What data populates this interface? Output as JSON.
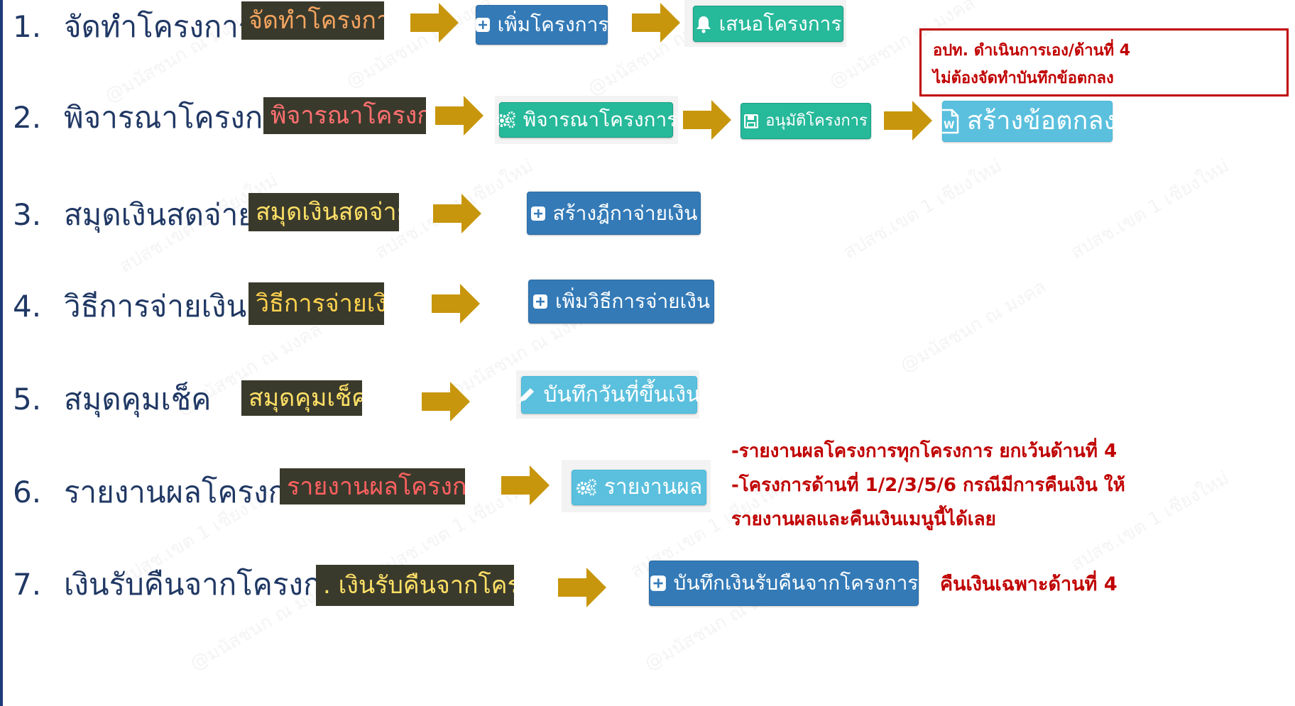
{
  "steps": [
    {
      "num": "1.",
      "label": "จัดทำโครงการ",
      "badge": "จัดทำโครงการ",
      "badge_color": "#f4a460"
    },
    {
      "num": "2.",
      "label": "พิจารณาโครงการ",
      "badge": "พิจารณาโครงการ",
      "badge_color": "#ff7070"
    },
    {
      "num": "3.",
      "label": "สมุดเงินสดจ่าย",
      "badge": "สมุดเงินสดจ่าย",
      "badge_color": "#ffe066"
    },
    {
      "num": "4.",
      "label": "วิธีการจ่ายเงิน",
      "badge": "วิธีการจ่ายเงิน",
      "badge_color": "#ffd24d"
    },
    {
      "num": "5.",
      "label": "สมุดคุมเช็ค",
      "badge": "สมุดคุมเช็ค",
      "badge_color": "#ffe066"
    },
    {
      "num": "6.",
      "label": "รายงานผลโครงการ",
      "badge": "รายงานผลโครงการ",
      "badge_color": "#ff6060"
    },
    {
      "num": "7.",
      "label": "เงินรับคืนจากโครงการ",
      "badge": ". เงินรับคืนจากโครงการ",
      "badge_color": "#ffe066"
    }
  ],
  "buttons": {
    "add_project": "เพิ่มโครงการ",
    "propose_project": "เสนอโครงการ",
    "consider_project": "พิจารณาโครงการ",
    "approve_project": "อนุมัติโครงการ",
    "create_agreement": "สร้างข้อตกลง",
    "create_payment_voucher": "สร้างฎีกาจ่ายเงิน",
    "add_payment_method": "เพิ่มวิธีการจ่ายเงิน",
    "record_cash_date": "บันทึกวันที่ขึ้นเงิน",
    "report_result": "รายงานผล",
    "record_refund": "บันทึกเงินรับคืนจากโครงการ"
  },
  "notes": {
    "agreement_line1": "อปท. ดำเนินการเอง/ด้านที่ 4",
    "agreement_line2": "ไม่ต้องจัดทำบันทึกข้อตกลง",
    "report_line1": "-รายงานผลโครงการทุกโครงการ ยกเว้นด้านที่ 4",
    "report_line2": "-โครงการด้านที่ 1/2/3/5/6 กรณีมีการคืนเงิน ให้",
    "report_line3": "รายงานผลและคืนเงินเมนูนี้ได้เลย",
    "refund_note": "คืนเงินเฉพาะด้านที่ 4"
  },
  "watermarks": [
    "@มนัสชนก ณ มงคล",
    "สปสช.เขต 1 เชียงใหม่"
  ],
  "colors": {
    "primary": "#337ab7",
    "success": "#26b99a",
    "info": "#5bc0de",
    "arrow": "#c8960c",
    "label": "#203864",
    "note": "#c00000"
  }
}
